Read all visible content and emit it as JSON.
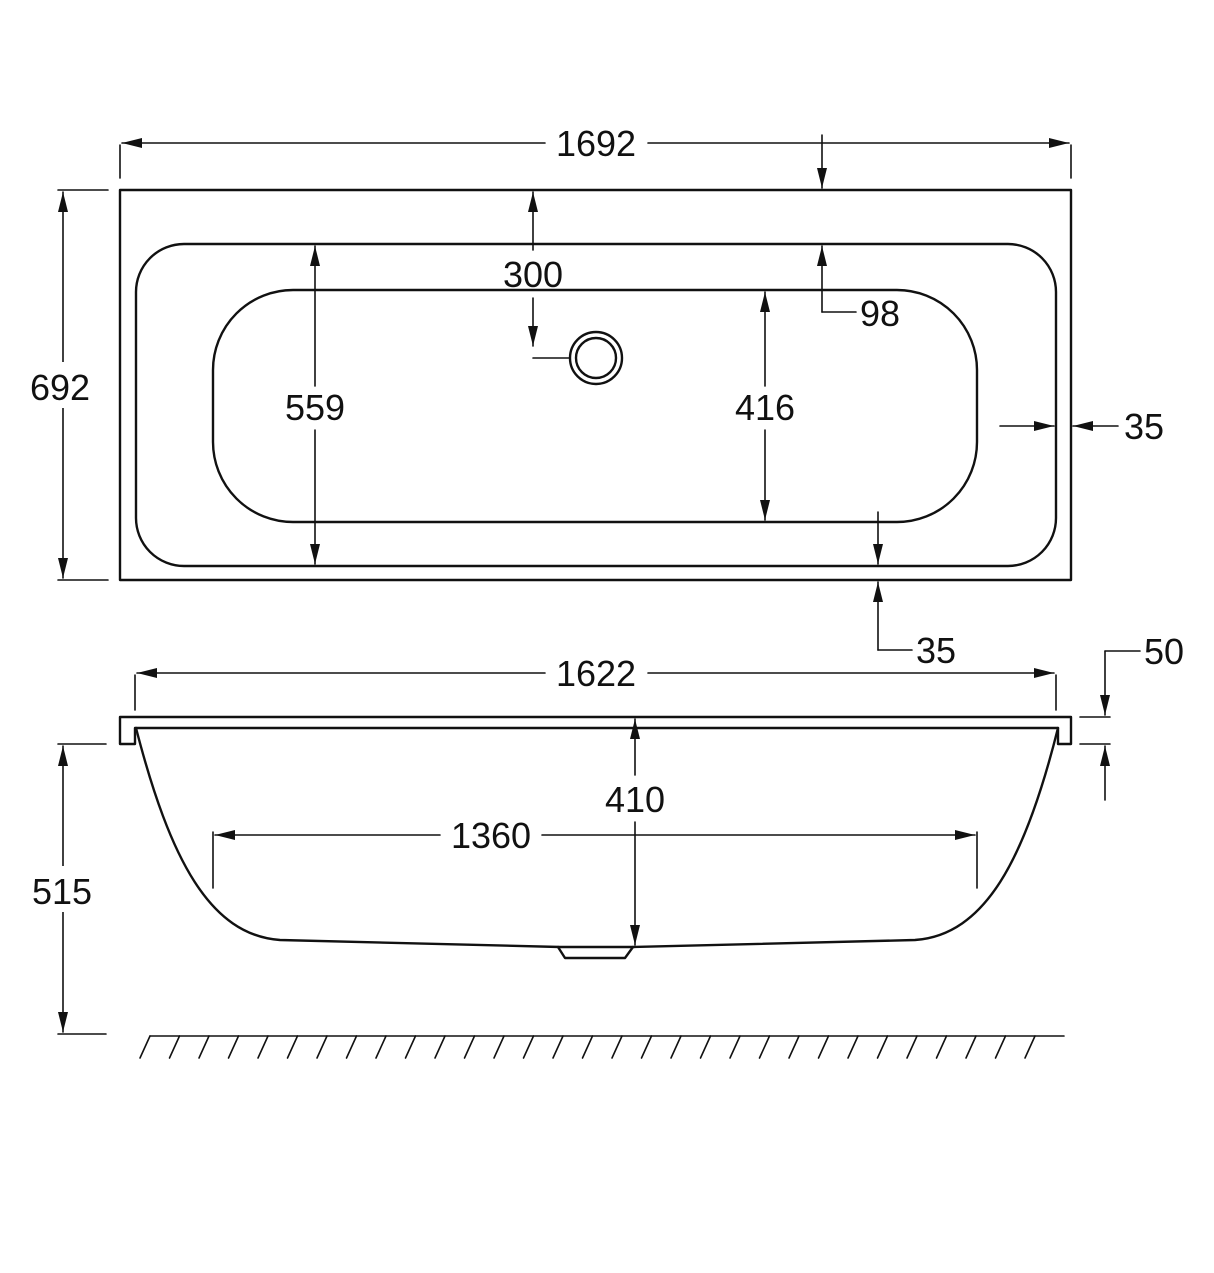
{
  "dimensions": {
    "overall_length": "1692",
    "overall_width": "692",
    "outlet_offset": "300",
    "rim_inner_offset": "98",
    "inner_width_top": "559",
    "inner_width_bottom": "416",
    "side_rim_right": "35",
    "side_rim_bottom": "35",
    "rim_thickness": "50",
    "inner_length_top": "1622",
    "depth": "410",
    "bottom_length": "1360",
    "overall_height": "515"
  },
  "colors": {
    "line": "#111111",
    "background": "#ffffff"
  }
}
